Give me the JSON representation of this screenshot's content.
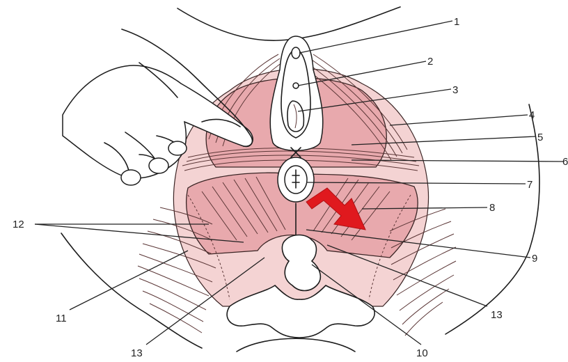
{
  "labels": {
    "l1": "1",
    "l2": "2",
    "l3": "3",
    "l4": "4",
    "l5": "5",
    "l6": "6",
    "l7": "7",
    "l8": "8",
    "l9": "9",
    "l10": "10",
    "l11": "11",
    "l12": "12",
    "l13a": "13",
    "l13b": "13"
  },
  "colors": {
    "muscle": "#e8a9ad",
    "muscle_light": "#f4d3d3",
    "arrow": "#e0191e",
    "outline": "#1c1c1c"
  },
  "icons": {
    "hand": "hand-pointing-icon",
    "arrow": "red-arrow-icon"
  }
}
